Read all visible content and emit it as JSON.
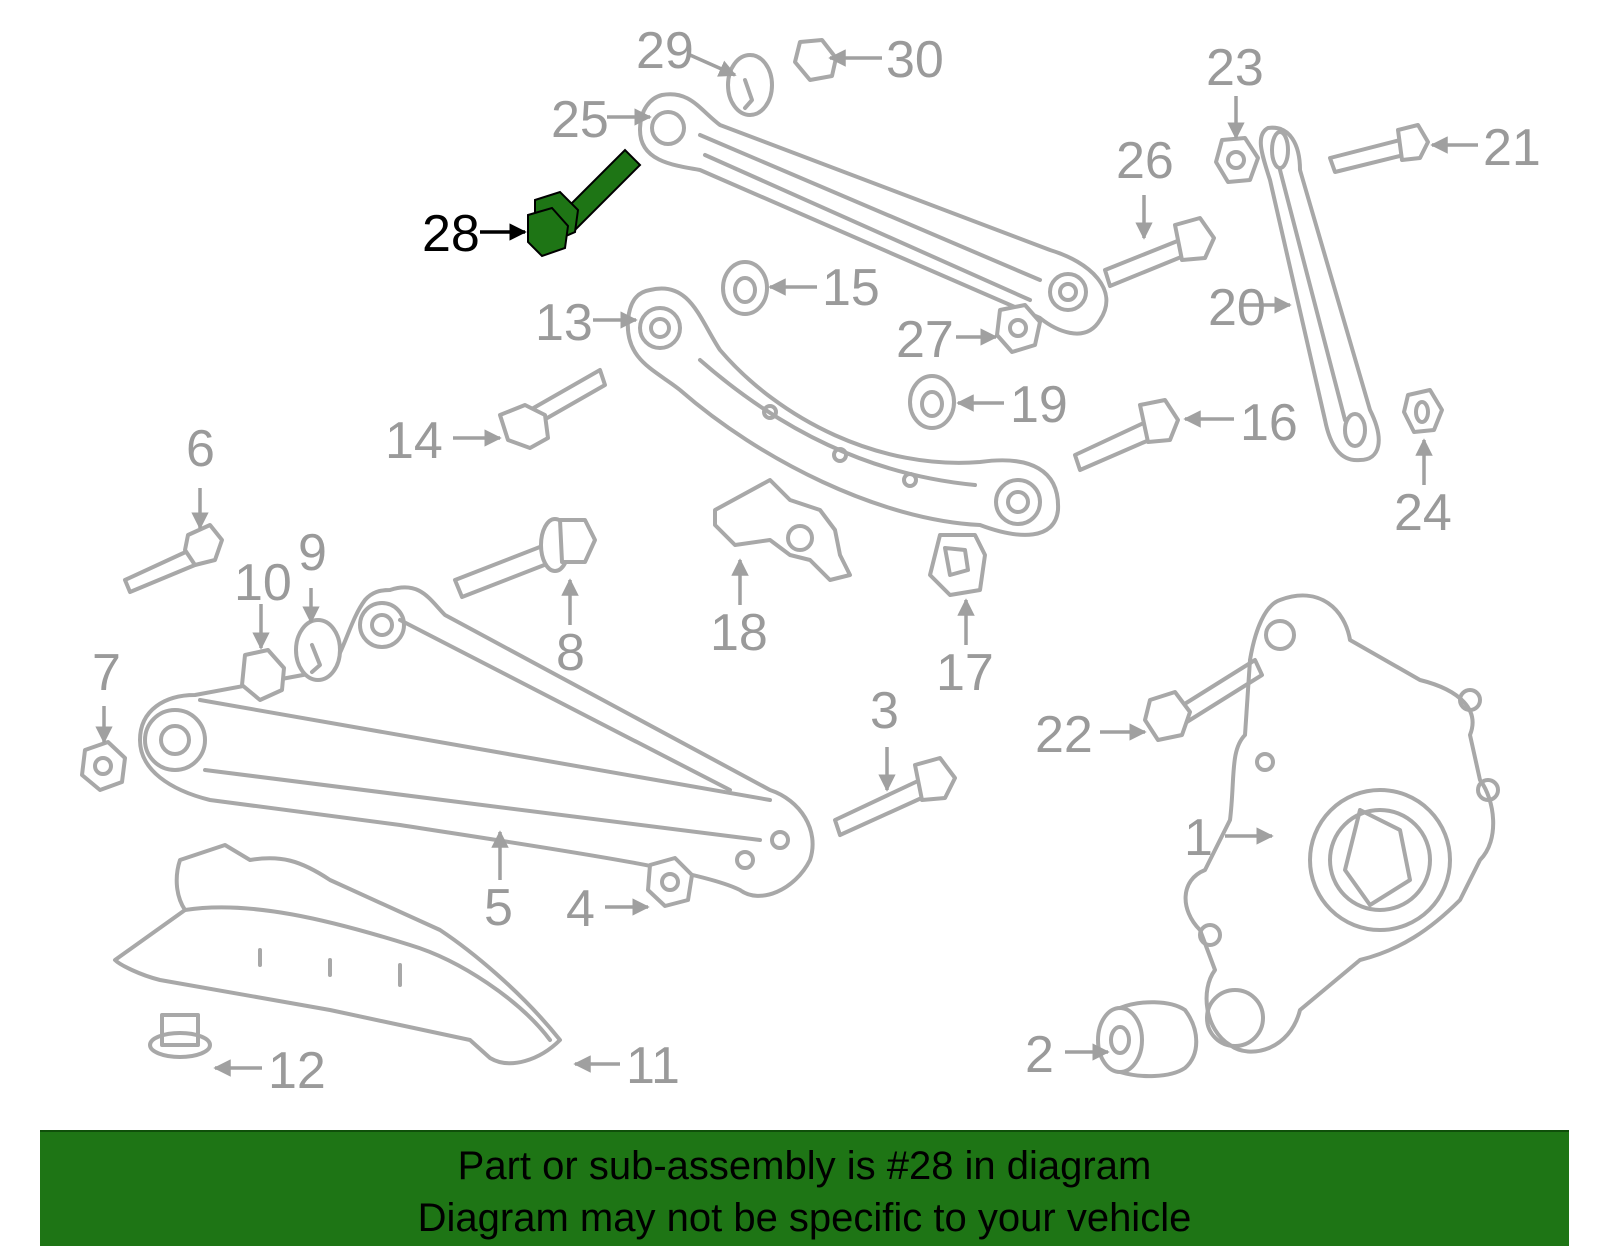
{
  "diagram": {
    "highlighted_part": "28",
    "highlight_color": "#1e7515",
    "callouts": [
      "1",
      "2",
      "3",
      "4",
      "5",
      "6",
      "7",
      "8",
      "9",
      "10",
      "11",
      "12",
      "13",
      "14",
      "15",
      "16",
      "17",
      "18",
      "19",
      "20",
      "21",
      "22",
      "23",
      "24",
      "25",
      "26",
      "27",
      "28",
      "29",
      "30"
    ]
  },
  "banner": {
    "line1": "Part or sub-assembly is #28 in diagram",
    "line2": "Diagram may not be specific to your vehicle",
    "background": "#1e7515"
  }
}
